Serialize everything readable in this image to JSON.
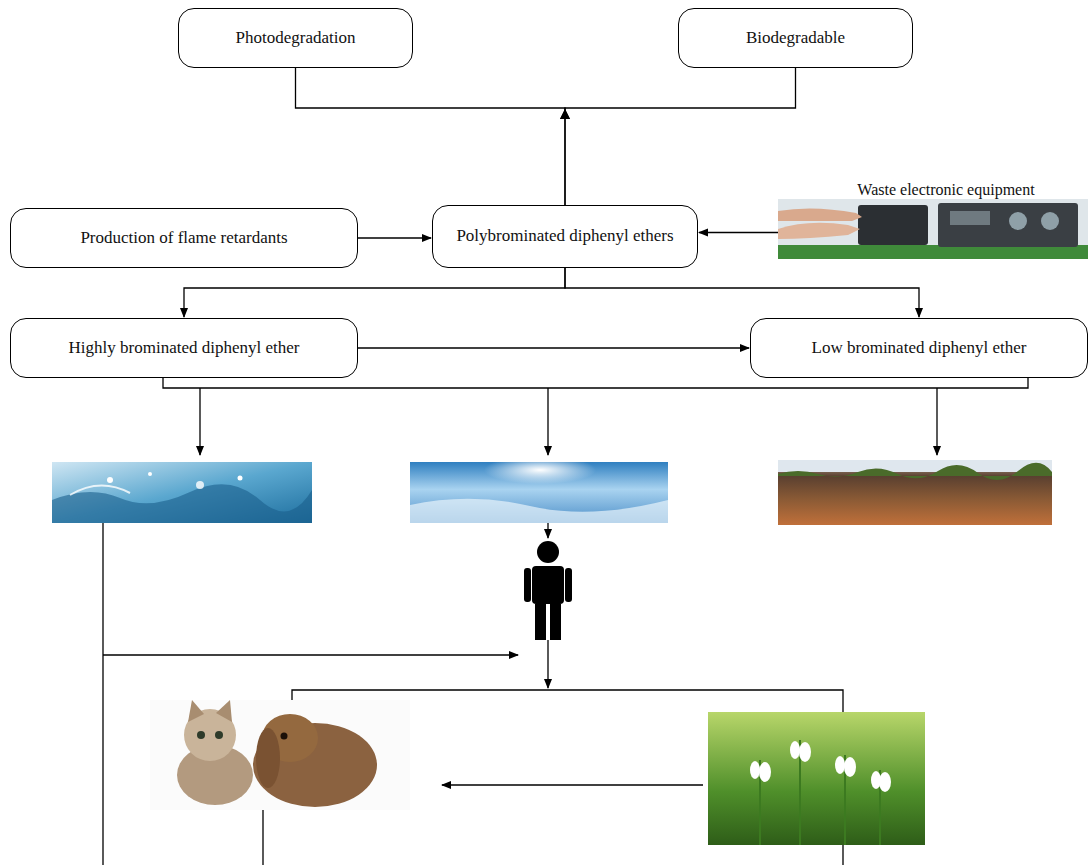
{
  "diagram": {
    "nodes": [
      {
        "text": [
          "Photodegradation"
        ]
      },
      {
        "text": [
          "Biodegradable"
        ]
      },
      {
        "text": [
          "Production of flame retardants"
        ]
      },
      {
        "text": [
          "Polybrominated diphenyl ethers"
        ]
      },
      {
        "text": [
          "Waste electronic equipment"
        ]
      },
      {
        "text": [
          "Highly brominated diphenyl ether"
        ]
      },
      {
        "text": [
          "Low brominated diphenyl ether"
        ]
      }
    ],
    "edges": [
      {
        "from": 2,
        "to": 3,
        "arrow": "to"
      },
      {
        "from": 4,
        "to": 3,
        "arrow": "to"
      },
      {
        "from": 3,
        "to": 0,
        "arrow": "to"
      },
      {
        "from": 3,
        "to": 1,
        "arrow": "to"
      },
      {
        "from": 3,
        "to": 5,
        "arrow": "to"
      },
      {
        "from": 3,
        "to": 6,
        "arrow": "to"
      },
      {
        "from": 5,
        "to": 6,
        "arrow": "to"
      }
    ]
  }
}
